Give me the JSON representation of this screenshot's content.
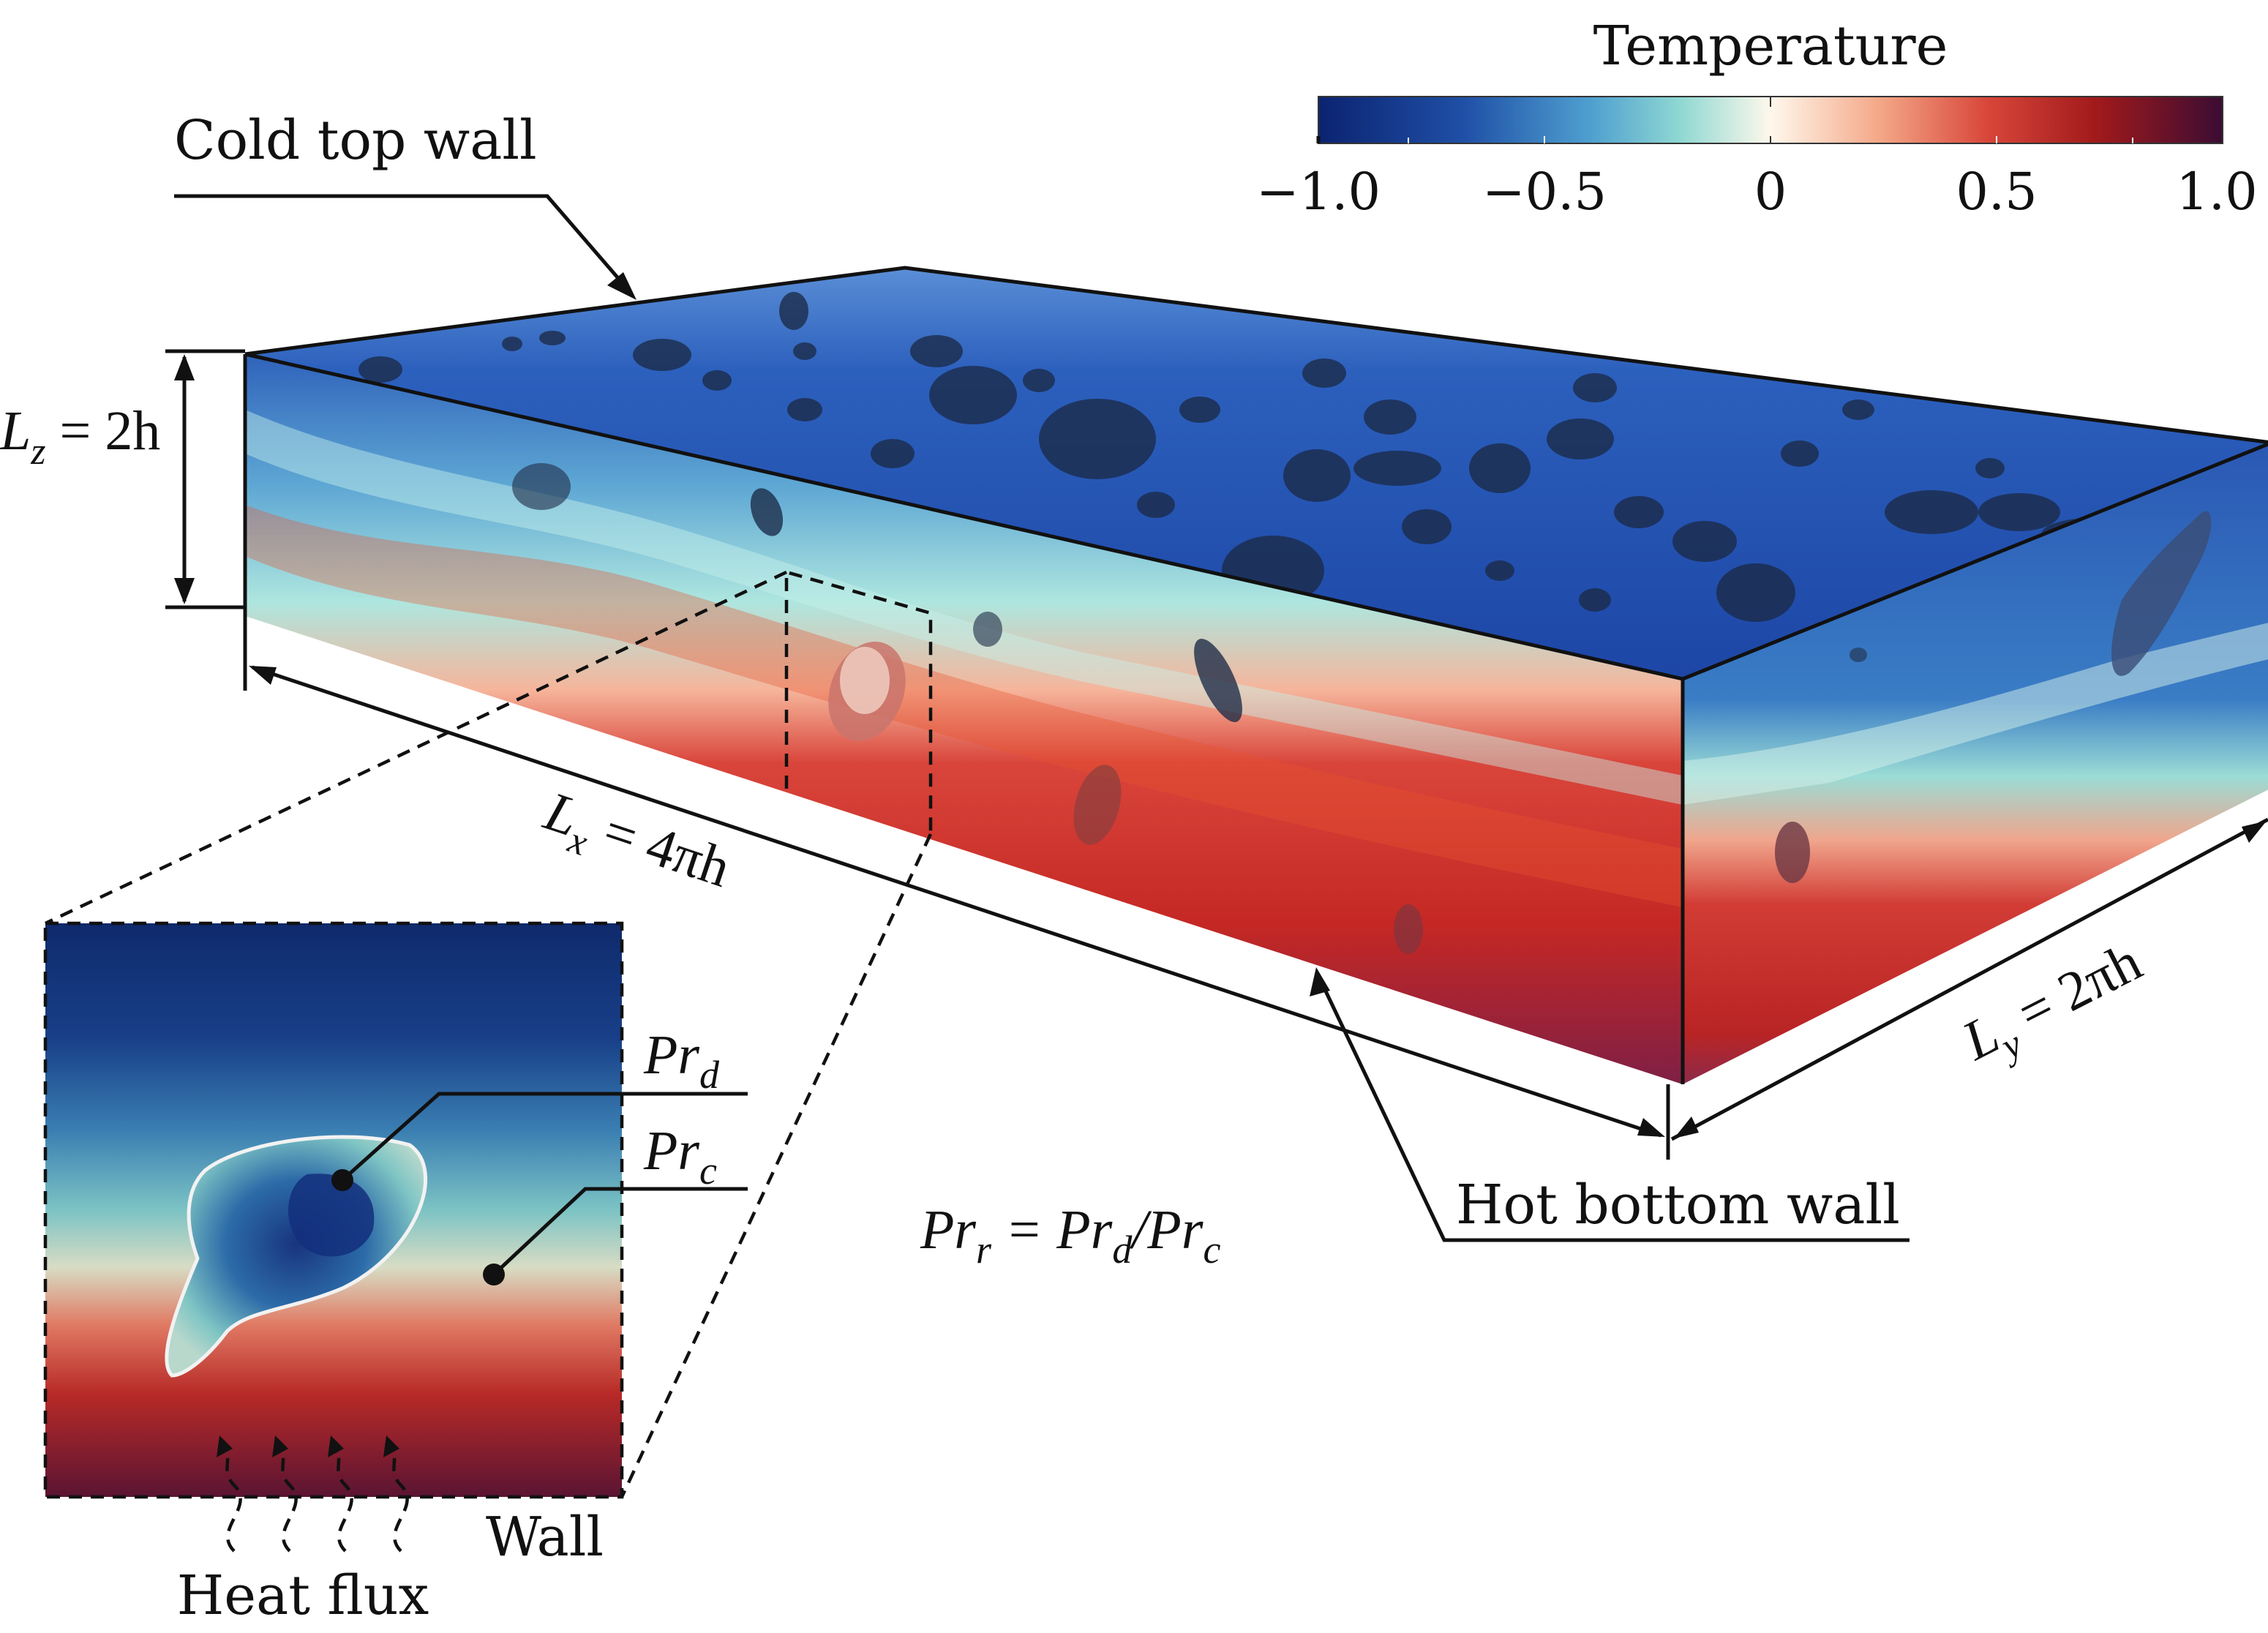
{
  "colorbar": {
    "title": "Temperature",
    "ticks": [
      "−1.0",
      "−0.5",
      "0",
      "0.5",
      "1.0"
    ],
    "tick_values": [
      -1.0,
      -0.5,
      0,
      0.5,
      1.0
    ],
    "colors": [
      "#0d2a78",
      "#2f6dbf",
      "#6ccbcb",
      "#fff8ec",
      "#f08a70",
      "#c42a20",
      "#8f1418",
      "#3c0d33"
    ]
  },
  "labels": {
    "top_wall": "Cold top wall",
    "bottom_wall": "Hot bottom wall",
    "wall": "Wall",
    "heat_flux": "Heat flux"
  },
  "dims": {
    "lz_sym": "L",
    "lz_sub": "z",
    "lz_rest": " = 2h",
    "lx_sym": "L",
    "lx_sub": "x",
    "lx_rest": " = 4πh",
    "ly_sym": "L",
    "ly_sub": "y",
    "ly_rest": " = 2πh"
  },
  "prandtl": {
    "prd_base": "Pr",
    "prd_sub": "d",
    "prc_base": "Pr",
    "prc_sub": "c",
    "eq_lhs_base": "Pr",
    "eq_lhs_sub": "r",
    "eq_mid": " = Pr",
    "eq_mid_sub": "d",
    "eq_slash": "/Pr",
    "eq_end_sub": "c"
  }
}
